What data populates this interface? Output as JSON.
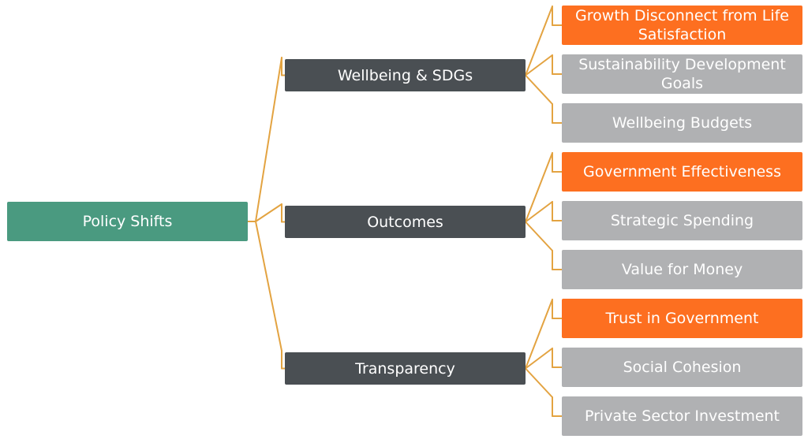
{
  "colors": {
    "root": "#4a9a80",
    "branch": "#4a4f53",
    "leaf_highlight": "#fd6f20",
    "leaf_normal": "#b0b1b3",
    "connector": "#e3a341"
  },
  "root": {
    "label": "Policy Shifts"
  },
  "branches": [
    {
      "label": "Wellbeing & SDGs",
      "leaves": [
        {
          "label": "Growth Disconnect from Life Satisfaction",
          "highlight": true
        },
        {
          "label": "Sustainability Development Goals",
          "highlight": false
        },
        {
          "label": "Wellbeing Budgets",
          "highlight": false
        }
      ]
    },
    {
      "label": "Outcomes",
      "leaves": [
        {
          "label": "Government Effectiveness",
          "highlight": true
        },
        {
          "label": "Strategic Spending",
          "highlight": false
        },
        {
          "label": "Value for Money",
          "highlight": false
        }
      ]
    },
    {
      "label": "Transparency",
      "leaves": [
        {
          "label": "Trust in Government",
          "highlight": true
        },
        {
          "label": "Social Cohesion",
          "highlight": false
        },
        {
          "label": "Private Sector Investment",
          "highlight": false
        }
      ]
    }
  ]
}
